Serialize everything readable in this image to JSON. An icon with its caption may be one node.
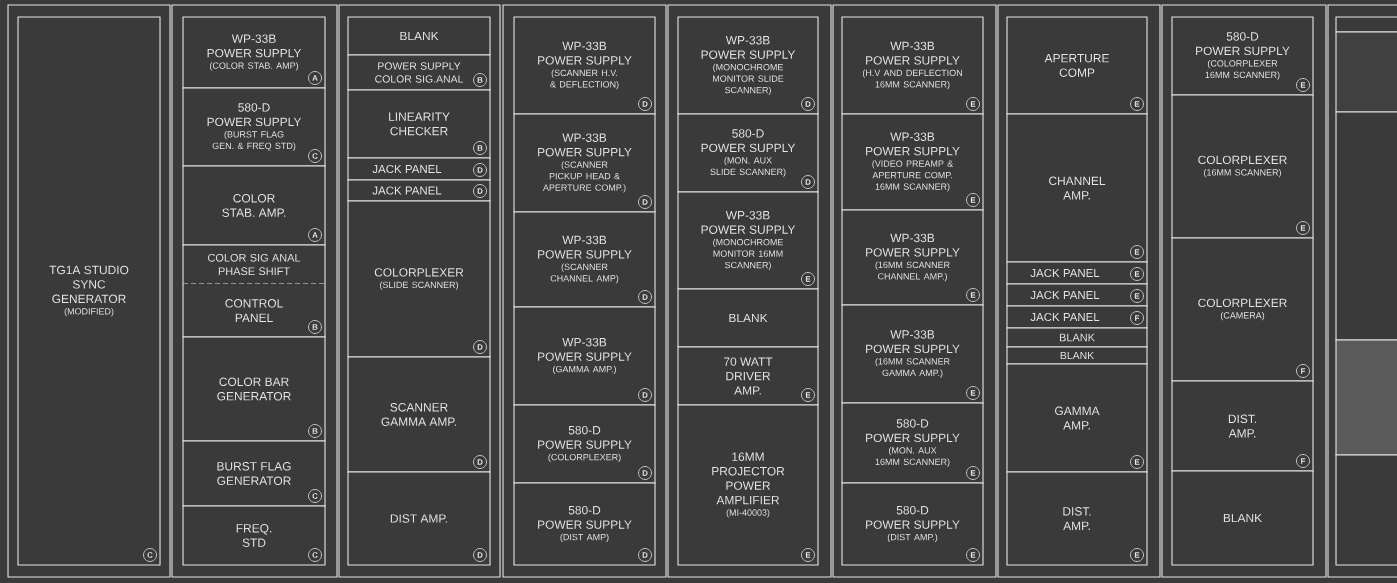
{
  "diagram": {
    "nodes": [
      {
        "text": [
          "TG1A STUDIO SYNC GENERATOR",
          "(MODIFIED)",
          "C"
        ]
      },
      {
        "text": [
          "WP-33B",
          "POWER SUPPLY",
          "(COLOR STAB. AMP)",
          "A"
        ]
      },
      {
        "text": [
          "580-D",
          "POWER SUPPLY",
          "(BURST FLAG GEN. & FREQ STD)",
          "C"
        ]
      },
      {
        "text": [
          "COLOR STAB. AMP.",
          "A"
        ]
      },
      {
        "text": [
          "COLOR SIG ANAL PHASE SHIFT"
        ]
      },
      {
        "text": [
          "CONTROL PANEL",
          "B"
        ]
      },
      {
        "text": [
          "COLOR BAR GENERATOR",
          "B"
        ]
      },
      {
        "text": [
          "BURST FLAG GENERATOR",
          "C"
        ]
      },
      {
        "text": [
          "FREQ. STD",
          "C"
        ]
      },
      {
        "text": [
          "BLANK"
        ]
      },
      {
        "text": [
          "POWER SUPPLY COLOR SIG.ANAL",
          "B"
        ]
      },
      {
        "text": [
          "LINEARITY CHECKER",
          "B"
        ]
      },
      {
        "text": [
          "JACK PANEL",
          "D"
        ]
      },
      {
        "text": [
          "JACK PANEL",
          "D"
        ]
      },
      {
        "text": [
          "COLORPLEXER",
          "(SLIDE SCANNER)",
          "D"
        ]
      },
      {
        "text": [
          "SCANNER GAMMA AMP.",
          "D"
        ]
      },
      {
        "text": [
          "DIST AMP.",
          "D"
        ]
      },
      {
        "text": [
          "WP-33B",
          "POWER SUPPLY",
          "(SCANNER H.V. & DEFLECTION)",
          "D"
        ]
      },
      {
        "text": [
          "WP-33B",
          "POWER SUPPLY",
          "(SCANNER PICKUP HEAD & APERTURE COMP.)",
          "D"
        ]
      },
      {
        "text": [
          "WP-33B",
          "POWER SUPPLY",
          "(SCANNER CHANNEL AMP)",
          "D"
        ]
      },
      {
        "text": [
          "WP-33B",
          "POWER SUPPLY",
          "(GAMMA AMP.)",
          "D"
        ]
      },
      {
        "text": [
          "580-D",
          "POWER SUPPLY",
          "(COLORPLEXER)",
          "D"
        ]
      },
      {
        "text": [
          "580-D",
          "POWER SUPPLY",
          "(DIST AMP)",
          "D"
        ]
      },
      {
        "text": [
          "WP-33B",
          "POWER SUPPLY",
          "(MONOCHROME MONITOR SLIDE SCANNER)",
          "D"
        ]
      },
      {
        "text": [
          "580-D",
          "POWER SUPPLY",
          "(MON. AUX SLIDE SCANNER)",
          "D"
        ]
      },
      {
        "text": [
          "WP-33B",
          "POWER SUPPLY",
          "(MONOCHROME MONITOR 16MM SCANNER)",
          "E"
        ]
      },
      {
        "text": [
          "BLANK"
        ]
      },
      {
        "text": [
          "70 WATT DRIVER AMP.",
          "E"
        ]
      },
      {
        "text": [
          "16MM PROJECTOR POWER AMPLIFIER",
          "(MI-40003)",
          "E"
        ]
      },
      {
        "text": [
          "WP-33B",
          "POWER SUPPLY",
          "(H.V AND DEFLECTION 16MM SCANNER)",
          "E"
        ]
      },
      {
        "text": [
          "WP-33B",
          "POWER SUPPLY",
          "(VIDEO PREAMP & APERTURE COMP. 16MM SCANNER)",
          "E"
        ]
      },
      {
        "text": [
          "WP-33B",
          "POWER SUPPLY",
          "(16MM SCANNER CHANNEL AMP.)",
          "E"
        ]
      },
      {
        "text": [
          "WP-33B",
          "POWER SUPPLY",
          "(16MM SCANNER GAMMA AMP.)",
          "E"
        ]
      },
      {
        "text": [
          "580-D",
          "POWER SUPPLY",
          "(MON. AUX 16MM SCANNER)",
          "E"
        ]
      },
      {
        "text": [
          "580-D",
          "POWER SUPPLY",
          "(DIST AMP.)",
          "E"
        ]
      },
      {
        "text": [
          "APERTURE COMP",
          "E"
        ]
      },
      {
        "text": [
          "CHANNEL AMP.",
          "E"
        ]
      },
      {
        "text": [
          "JACK PANEL",
          "E"
        ]
      },
      {
        "text": [
          "JACK PANEL",
          "E"
        ]
      },
      {
        "text": [
          "JACK PANEL",
          "F"
        ]
      },
      {
        "text": [
          "BLANK"
        ]
      },
      {
        "text": [
          "BLANK"
        ]
      },
      {
        "text": [
          "GAMMA AMP.",
          "E"
        ]
      },
      {
        "text": [
          "DIST. AMP.",
          "E"
        ]
      },
      {
        "text": [
          "580-D",
          "POWER SUPPLY",
          "(COLORPLEXER 16MM SCANNER)",
          "E"
        ]
      },
      {
        "text": [
          "COLORPLEXER",
          "(16MM SCANNER)",
          "E"
        ]
      },
      {
        "text": [
          "COLORPLEXER",
          "(CAMERA)",
          "F"
        ]
      },
      {
        "text": [
          "DIST. AMP.",
          "F"
        ]
      },
      {
        "text": [
          "BLANK"
        ]
      },
      {
        "text": [],
        "shape": "box"
      },
      {
        "text": [],
        "shape": "box"
      },
      {
        "text": [],
        "shape": "box"
      },
      {
        "text": [],
        "shape": "box"
      },
      {
        "text": [],
        "shape": "box"
      }
    ]
  }
}
